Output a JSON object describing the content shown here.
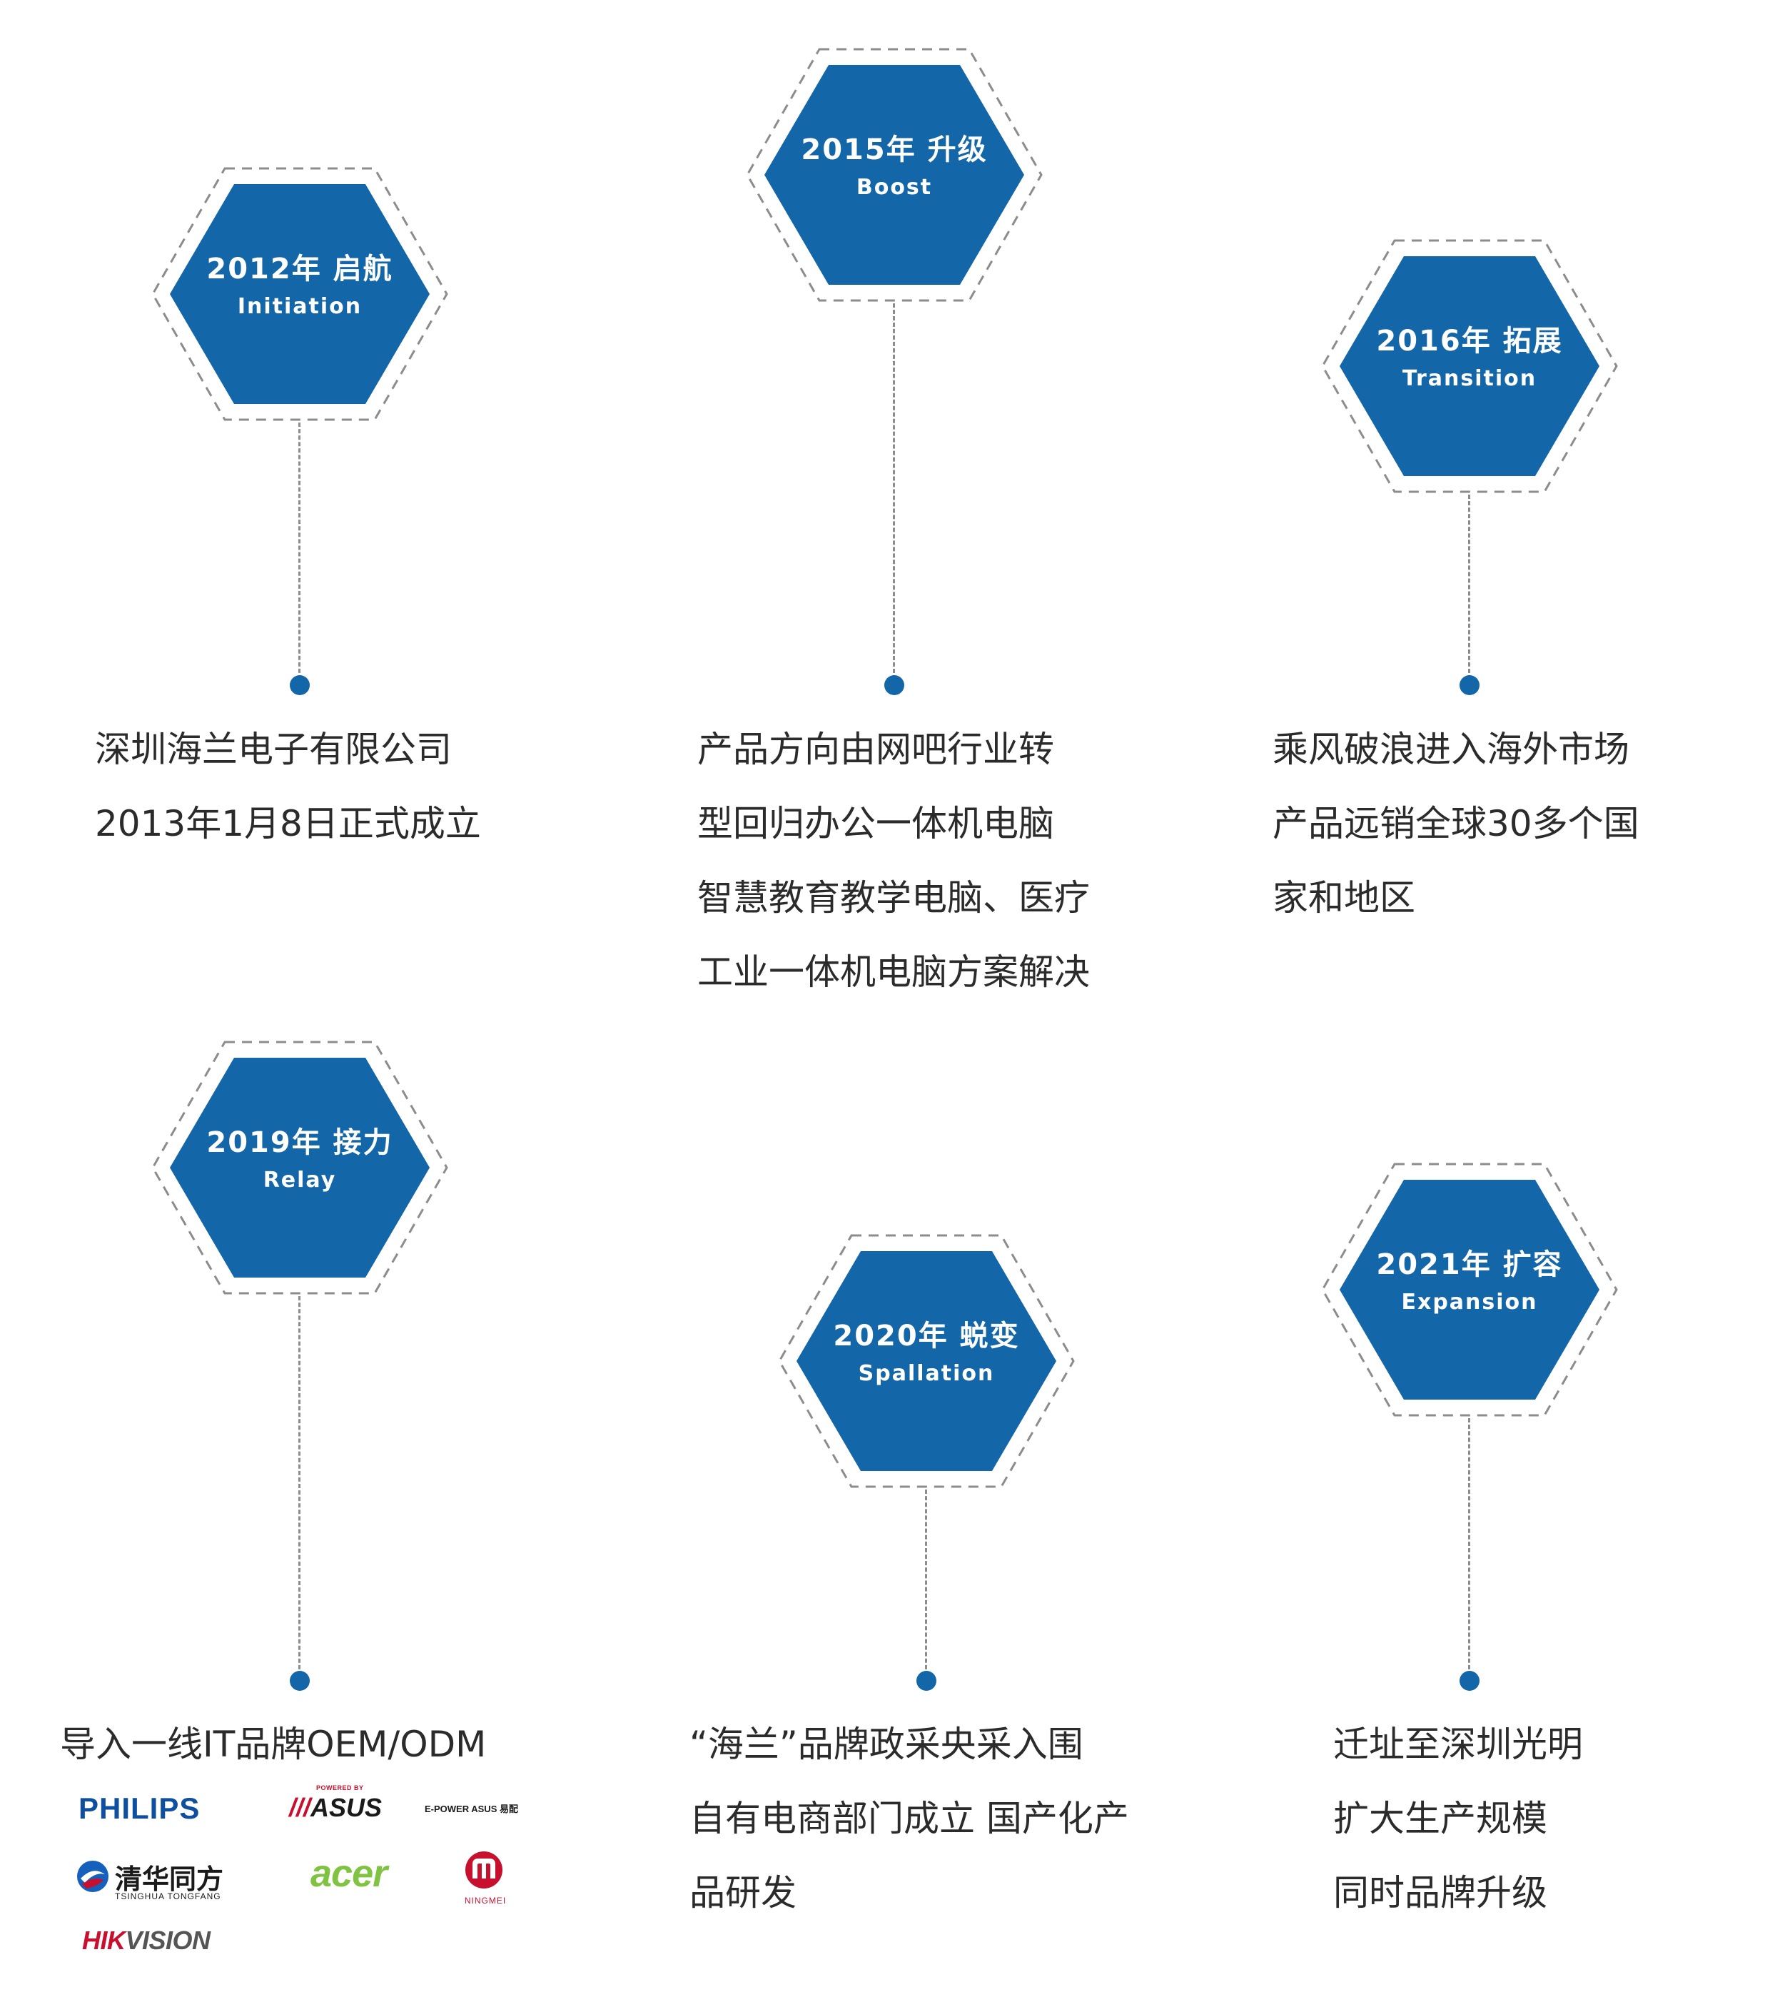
{
  "theme": {
    "accent": "#1366a8",
    "dash": "#8c8c8c",
    "text": "#2b2b2b"
  },
  "milestones": [
    {
      "id": "2012",
      "year_label": "2012年 启航",
      "subtitle": "Initiation",
      "lines": [
        "深圳海兰电子有限公司",
        "2013年1月8日正式成立"
      ]
    },
    {
      "id": "2015",
      "year_label": "2015年 升级",
      "subtitle": "Boost",
      "lines": [
        "产品方向由网吧行业转",
        "型回归办公一体机电脑",
        "智慧教育教学电脑、医疗",
        "工业一体机电脑方案解决"
      ]
    },
    {
      "id": "2016",
      "year_label": "2016年 拓展",
      "subtitle": "Transition",
      "lines": [
        "乘风破浪进入海外市场",
        "产品远销全球30多个国",
        "家和地区"
      ]
    },
    {
      "id": "2019",
      "year_label": "2019年 接力",
      "subtitle": "Relay",
      "lines": [
        "导入一线IT品牌OEM/ODM"
      ]
    },
    {
      "id": "2020",
      "year_label": "2020年 蜕变",
      "subtitle": "Spallation",
      "lines": [
        "“海兰”品牌政采央采入围",
        "自有电商部门成立 国产化产",
        "品研发"
      ]
    },
    {
      "id": "2021",
      "year_label": "2021年 扩容",
      "subtitle": "Expansion",
      "lines": [
        "迁址至深圳光明",
        "扩大生产规模",
        "同时品牌升级"
      ]
    }
  ],
  "partner_logos": {
    "philips": "PHILIPS",
    "asus_powered": "POWERED BY",
    "asus": "ASUS",
    "asus_epower": "E-POWER ASUS 易配",
    "tsinghua_cn": "清华同方",
    "tsinghua_en": "TSINGHUA TONGFANG",
    "acer": "acer",
    "ningmei": "NINGMEI",
    "hik_a": "HIK",
    "hik_b": "VISION"
  }
}
